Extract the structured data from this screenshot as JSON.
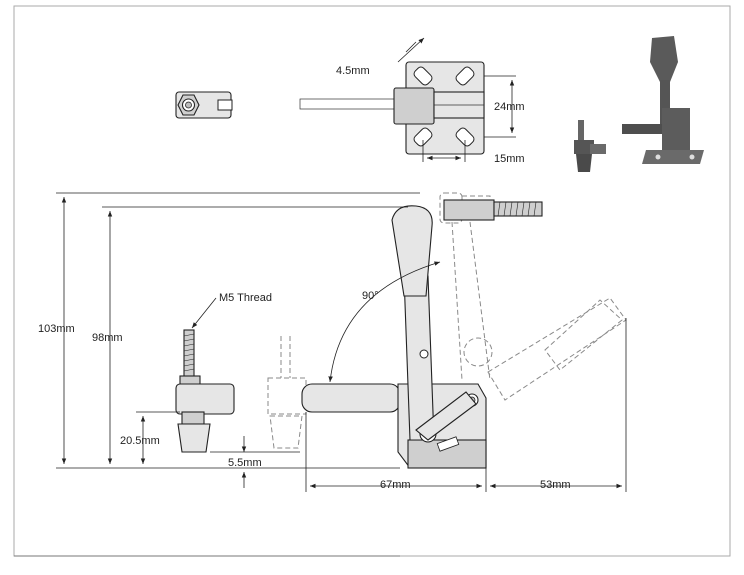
{
  "dimensions": {
    "slot_width": "4.5mm",
    "hole_spacing_v": "24mm",
    "hole_spacing_h": "15mm",
    "overall_height": "103mm",
    "spindle_height": "98mm",
    "spindle_base": "20.5mm",
    "base_offset": "5.5mm",
    "base_length": "67mm",
    "handle_reach": "53mm",
    "thread": "M5 Thread",
    "angle": "90°"
  },
  "colors": {
    "line": "#222222",
    "part_fill": "#e6e6e6",
    "ghost": "#8a8a8a",
    "photo_fill": "#555555"
  }
}
